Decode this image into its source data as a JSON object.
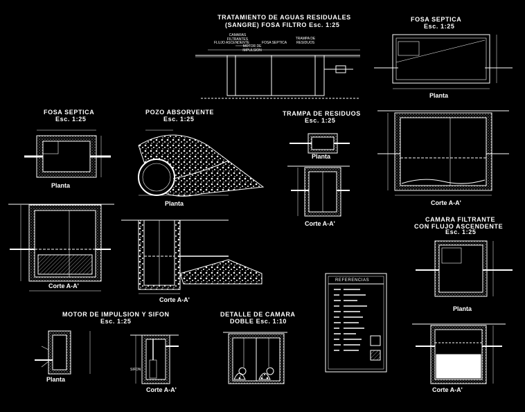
{
  "titles": {
    "main_line1": "TRATAMIENTO DE AGUAS RESIDUALES",
    "main_line2": "(SANGRE) FOSA FILTRO  Esc. 1:25",
    "fosa_right": "FOSA SEPTICA",
    "fosa_right_scale": "Esc. 1:25",
    "fosa_left": "FOSA SEPTICA",
    "fosa_left_scale": "Esc. 1:25",
    "pozo": "POZO ABSORVENTE",
    "pozo_scale": "Esc. 1:25",
    "trampa": "TRAMPA DE RESIDUOS",
    "trampa_scale": "Esc. 1:25",
    "camara_filtrante_1": "CAMARA FILTRANTE",
    "camara_filtrante_2": "CON FLUJO ASCENDENTE",
    "camara_filtrante_scale": "Esc. 1:25",
    "motor_1": "MOTOR DE IMPULSION Y SIFON",
    "motor_scale": "Esc. 1:25",
    "detalle_1": "DETALLE DE CAMARA",
    "detalle_2": "DOBLE  Esc. 1:10"
  },
  "labels": {
    "planta": "Planta",
    "corte": "Corte A-A'",
    "referencias": "REFERENCIAS",
    "sifon": "SIFON"
  },
  "small_notes": {
    "camaras_filtrantes": "CAMARAS FILTRANTES",
    "flujo_ascendente": "FLUJO ASCENDENTE",
    "fosa_septica": "FOSA SEPTICA",
    "trampa_de_residuos": "TRAMPA DE RESIDUOS",
    "motor_impulsion": "MOTOR DE IMPULSION"
  },
  "colors": {
    "background": "#000000",
    "lines": "#ffffff",
    "hatch": "#cfcfcf"
  }
}
